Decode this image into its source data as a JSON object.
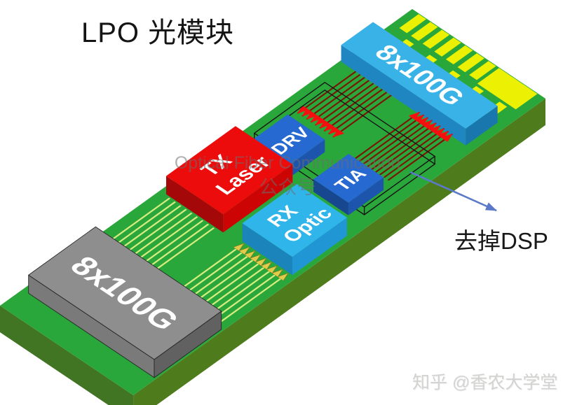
{
  "title": "LPO 光模块",
  "watermark": {
    "line1": "Optical Fiber Communication",
    "line2": "公众号"
  },
  "footer_watermark": "知乎 @香农大学堂",
  "annotation": {
    "label": "去掉DSP"
  },
  "blocks": {
    "host_interface": {
      "label": "8x100G"
    },
    "optical_connector": {
      "label": "8x100G"
    },
    "tx_laser": {
      "line1": "TX",
      "line2": "Laser"
    },
    "rx_optic": {
      "line1": "RX",
      "line2": "Optic"
    },
    "driver": {
      "label": "DRV"
    },
    "tia": {
      "label": "TIA"
    }
  },
  "colors": {
    "background": "#ffffff",
    "board_top": "#2aa73a",
    "board_side_left": "#417423",
    "board_side_front": "#4e7b1b",
    "gold_finger": "#ecf103",
    "host_connector_top": "#39b2e8",
    "host_connector_side": "#1f86c2",
    "host_connector_end": "#1a77ad",
    "optical_connector_top": "#8e8e8e",
    "optical_connector_side": "#7a7a7a",
    "optical_connector_front": "#616161",
    "optical_connector_outline": "#262626",
    "tx_laser_top": "#ed0c0c",
    "tx_laser_side": "#a50808",
    "tx_laser_front": "#cc0404",
    "rx_optic_top": "#30b5ea",
    "rx_optic_side": "#1b84ba",
    "rx_optic_front": "#2096d4",
    "chip_top": "#2569d1",
    "chip_side": "#17478f",
    "chip_front": "#1c55ab",
    "trace": "#7a1402",
    "trace_arrow": "#f50f0f",
    "fiber": "#d6ec7e",
    "fiber_arrow": "#e0cc48",
    "fiber_arrow_edge": "#7e7a24",
    "wireframe": "#151515",
    "annotation_arrow": "#5b79c8",
    "label_text": "#ffffff",
    "title_color": "#141414",
    "annotation_color": "#191919",
    "watermark_color": "rgba(110,110,110,0.55)",
    "footer_color": "#d3d3d1"
  }
}
